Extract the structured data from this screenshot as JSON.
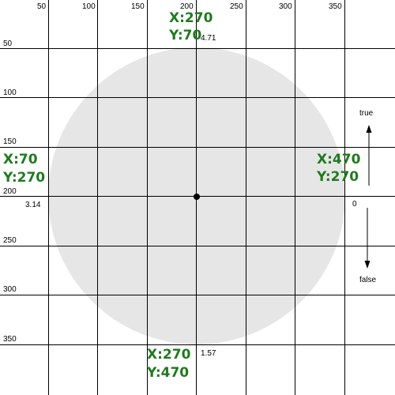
{
  "colors": {
    "background": "#ffffff",
    "grid": "#000000",
    "circle_fill": "#e6e6e6",
    "center_dot": "#000000",
    "coord_label": "#1f7a1f"
  },
  "x_ticks": [
    "50",
    "100",
    "150",
    "200",
    "250",
    "300",
    "350"
  ],
  "y_ticks": [
    "50",
    "100",
    "150",
    "200",
    "250",
    "300",
    "350"
  ],
  "angle_labels": {
    "top": "4.71",
    "left": "3.14",
    "right": "0",
    "bottom": "1.57"
  },
  "coords": {
    "top": {
      "x_text": "X:270",
      "y_text": "Y:70"
    },
    "left": {
      "x_text": "X:70",
      "y_text": "Y:270"
    },
    "right": {
      "x_text": "X:470",
      "y_text": "Y:270"
    },
    "bottom": {
      "x_text": "X:270",
      "y_text": "Y:470"
    }
  },
  "direction": {
    "up_label": "true",
    "down_label": "false"
  },
  "icons": {
    "up_arrow": "arrow-up-icon",
    "down_arrow": "arrow-down-icon"
  }
}
